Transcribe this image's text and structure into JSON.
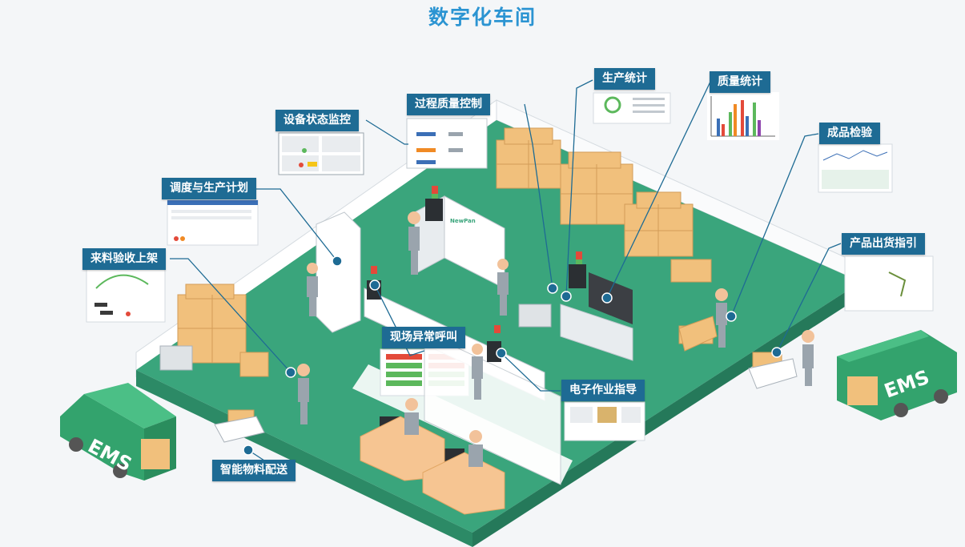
{
  "title": "数字化车间",
  "labels": {
    "device_monitor": "设备状态监控",
    "process_quality": "过程质量控制",
    "production_stats": "生产统计",
    "quality_stats": "质量统计",
    "finished_inspection": "成品检验",
    "dispatch_plan": "调度与生产计划",
    "incoming_shelving": "来料验收上架",
    "shipping_guide": "产品出货指引",
    "andon_call": "现场异常呼叫",
    "e_sop": "电子作业指导",
    "material_delivery": "智能物料配送"
  },
  "trucks": {
    "left_text": "EMS",
    "right_text": "EMS"
  },
  "machine_brand": "NewPan",
  "colors": {
    "floor": "#3aa57c",
    "label_bg": "#1e6b94",
    "title": "#2b94d2",
    "box": "#f1c07c",
    "accent_red": "#e34a3a",
    "accent_green": "#5cb85c"
  }
}
